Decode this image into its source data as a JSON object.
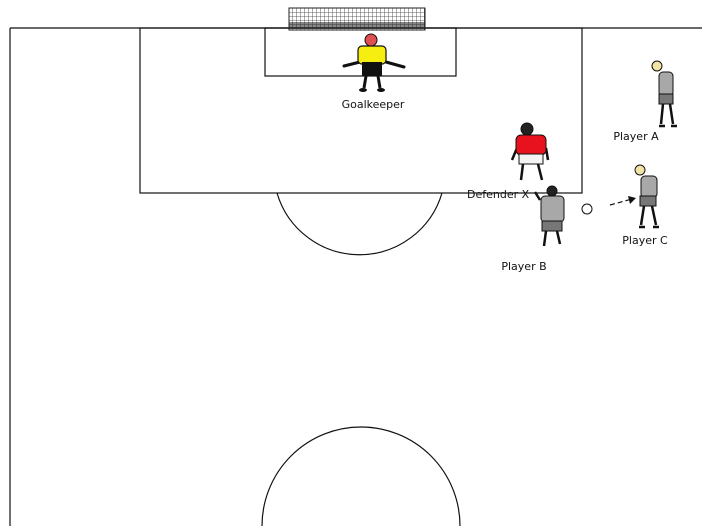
{
  "labels": {
    "goalkeeper": "Goalkeeper",
    "player_a": "Player A",
    "player_b": "Player B",
    "player_c": "Player C",
    "defender_x": "Defender X"
  },
  "colors": {
    "goalkeeper_shirt": "#f5ee10",
    "defender_shirt": "#e8121e",
    "attacker_shirt": "#a8a8a8",
    "line": "#111111"
  },
  "elements": {
    "goal": "goal-net",
    "ball": "ball",
    "pass": "pass-arrow"
  }
}
